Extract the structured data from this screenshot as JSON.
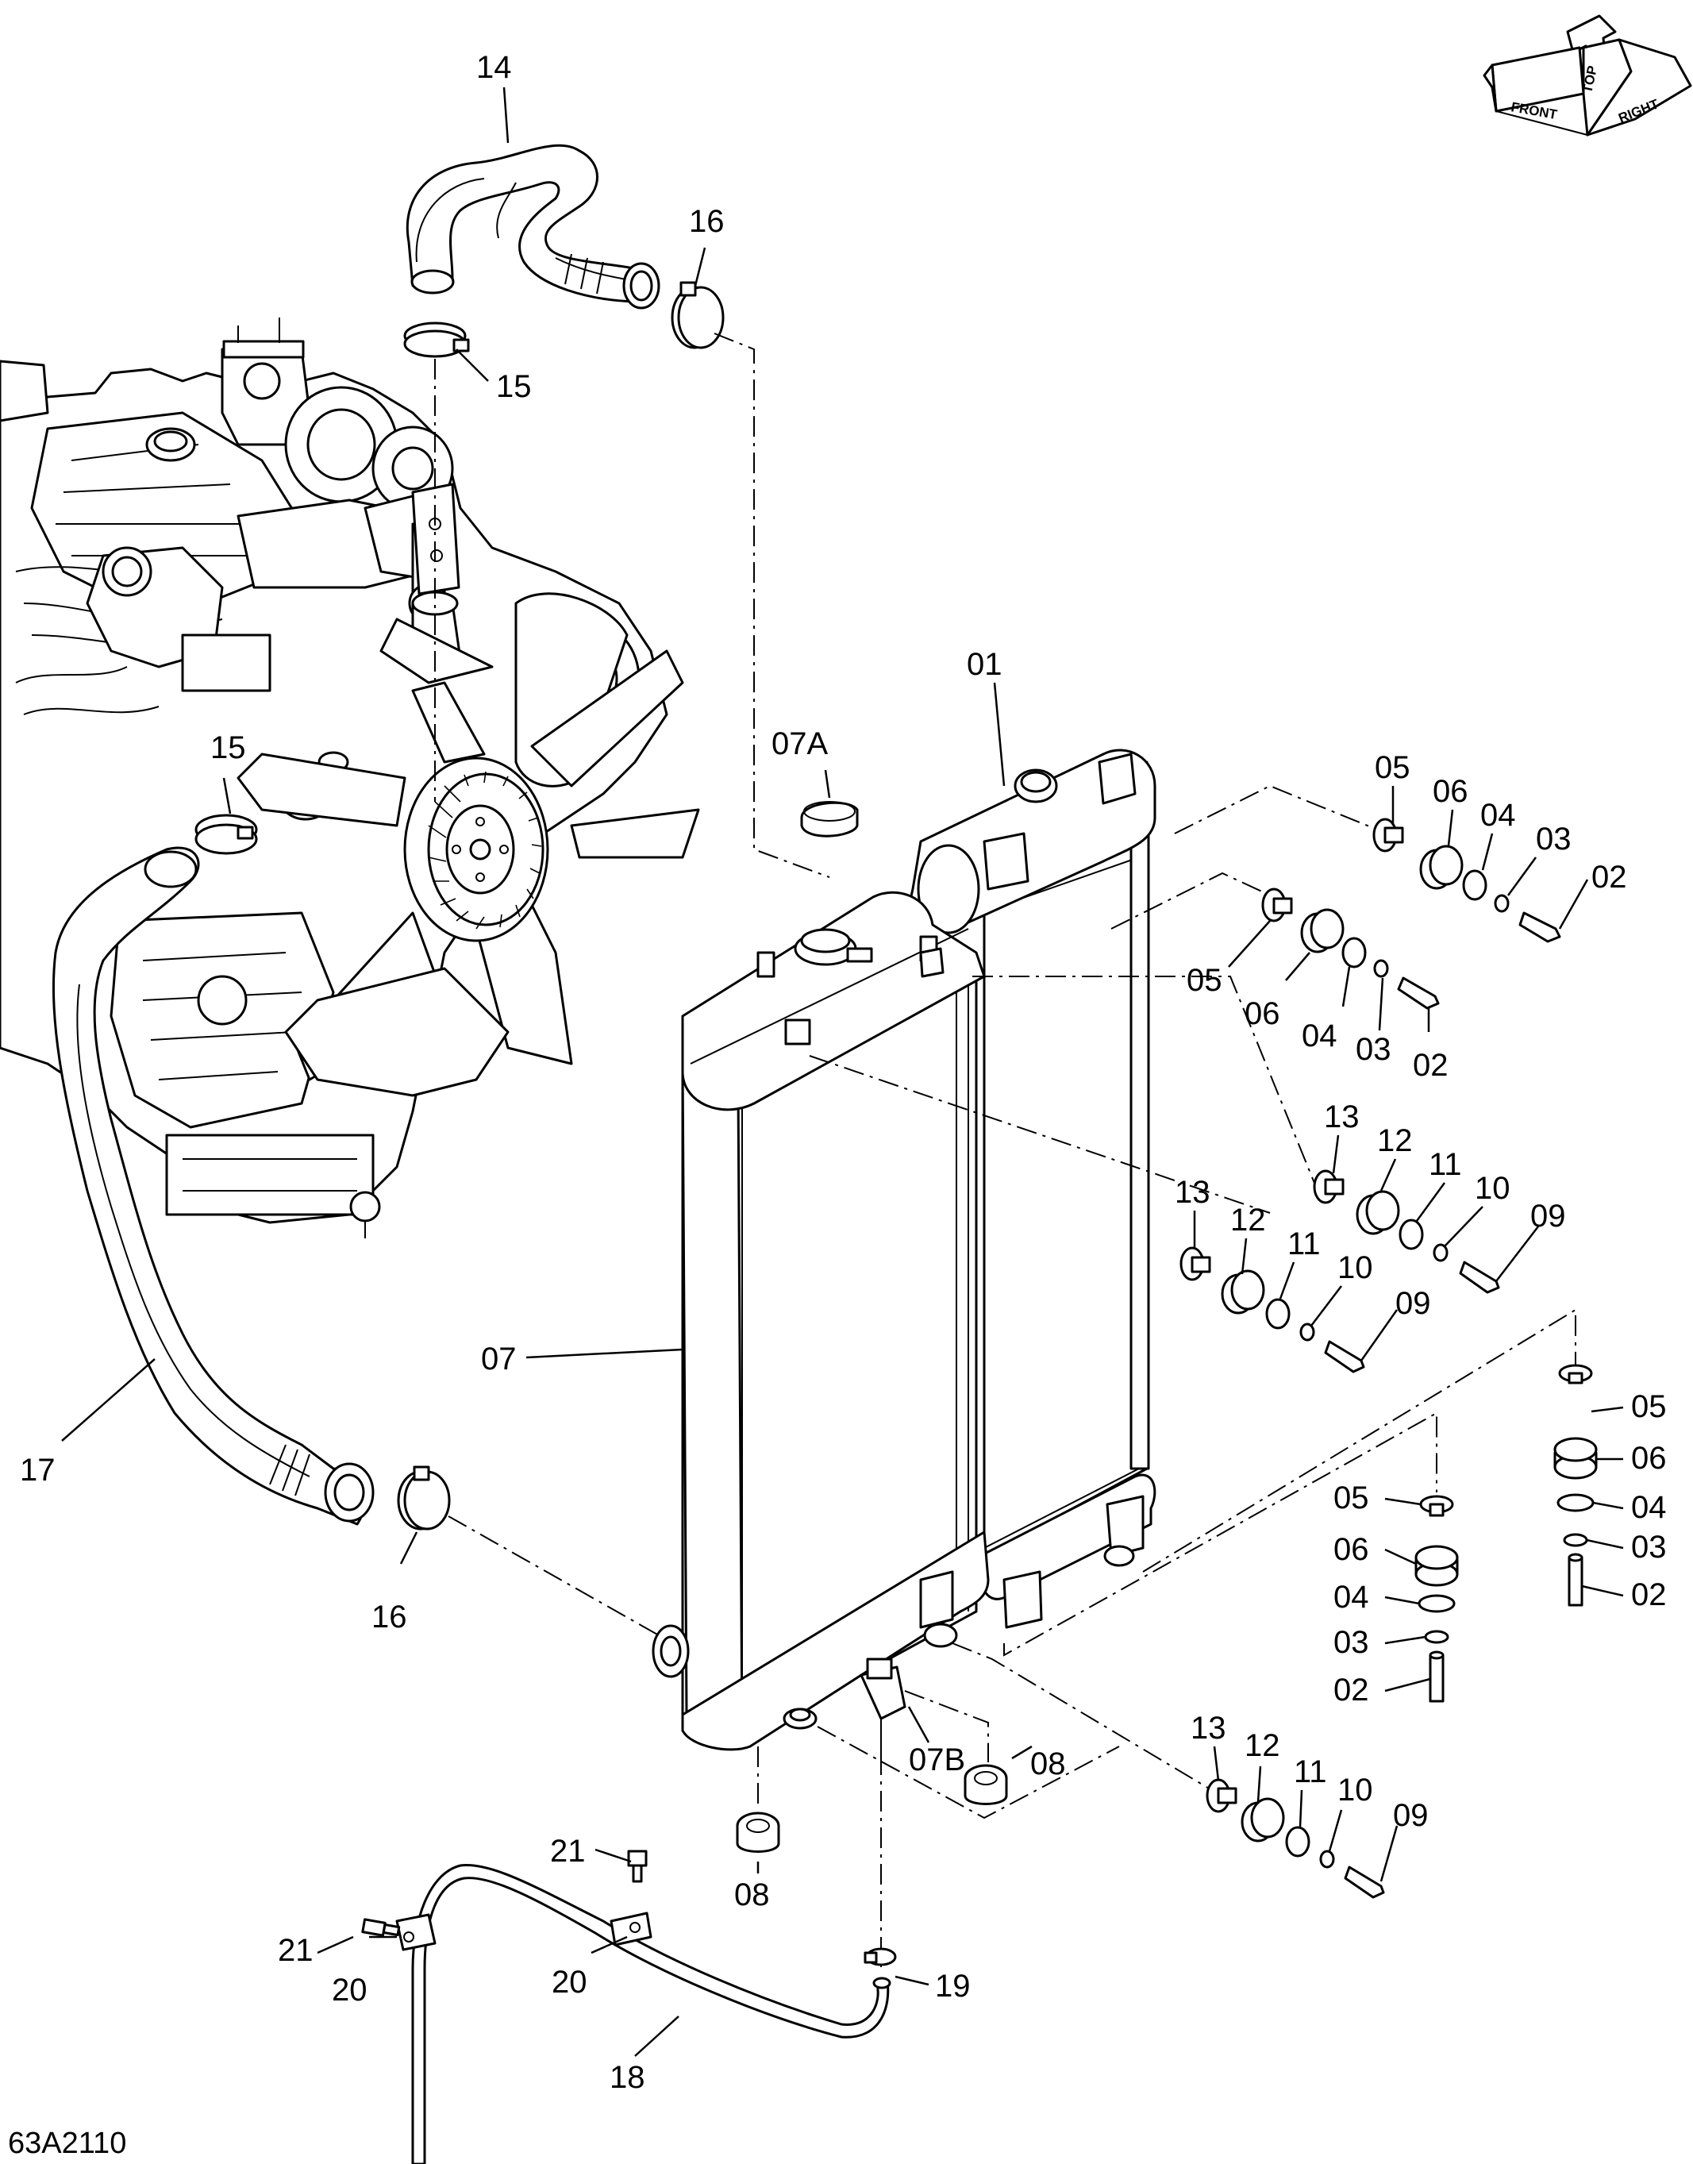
{
  "drawing_id": "63A2110",
  "orientation_indicator": {
    "top": "TOP",
    "front": "FRONT",
    "right": "RIGHT"
  },
  "callouts": {
    "c01": "01",
    "c02a": "02",
    "c02b": "02",
    "c02c": "02",
    "c02d": "02",
    "c03a": "03",
    "c03b": "03",
    "c03c": "03",
    "c03d": "03",
    "c04a": "04",
    "c04b": "04",
    "c04c": "04",
    "c04d": "04",
    "c05a": "05",
    "c05b": "05",
    "c05c": "05",
    "c05d": "05",
    "c06a": "06",
    "c06b": "06",
    "c06c": "06",
    "c06d": "06",
    "c07": "07",
    "c07A": "07A",
    "c07B": "07B",
    "c08a": "08",
    "c08b": "08",
    "c09a": "09",
    "c09b": "09",
    "c09c": "09",
    "c10a": "10",
    "c10b": "10",
    "c10c": "10",
    "c11a": "11",
    "c11b": "11",
    "c11c": "11",
    "c12a": "12",
    "c12b": "12",
    "c12c": "12",
    "c13a": "13",
    "c13b": "13",
    "c13c": "13",
    "c14": "14",
    "c15a": "15",
    "c15b": "15",
    "c16a": "16",
    "c16b": "16",
    "c17": "17",
    "c18": "18",
    "c19": "19",
    "c20a": "20",
    "c20b": "20",
    "c21a": "21",
    "c21b": "21"
  }
}
